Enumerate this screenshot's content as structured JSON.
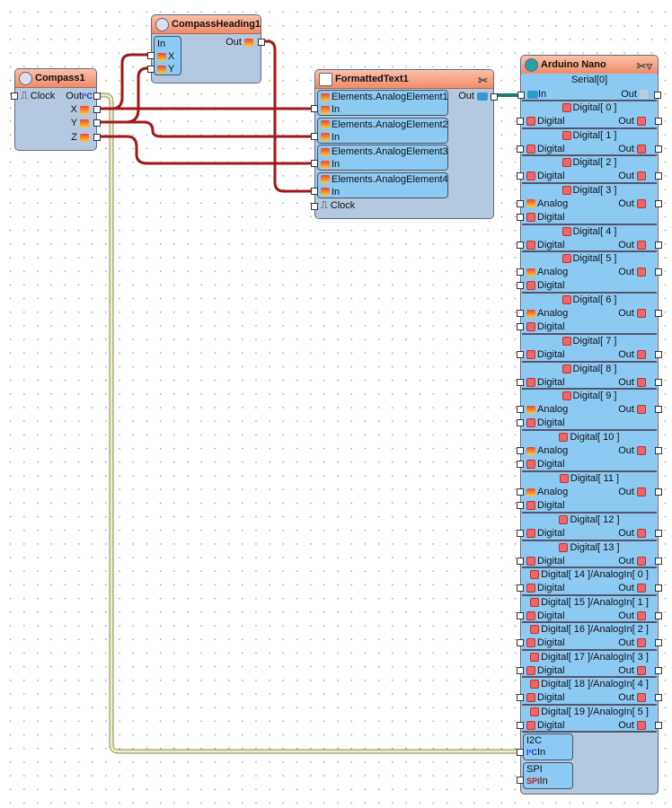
{
  "compass": {
    "title": "Compass1",
    "clock": "Clock",
    "out": "Out",
    "out_icon": "I²C",
    "x": "X",
    "y": "Y",
    "z": "Z"
  },
  "heading": {
    "title": "CompassHeading1",
    "in": "In",
    "x": "X",
    "y": "Y",
    "out": "Out"
  },
  "formatted": {
    "title": "FormattedText1",
    "out": "Out",
    "clock": "Clock",
    "elements": [
      {
        "name": "Elements.AnalogElement1",
        "in": "In"
      },
      {
        "name": "Elements.AnalogElement2",
        "in": "In"
      },
      {
        "name": "Elements.AnalogElement3",
        "in": "In"
      },
      {
        "name": "Elements.AnalogElement4",
        "in": "In"
      }
    ]
  },
  "arduino": {
    "title": "Arduino Nano",
    "serial": {
      "title": "Serial[0]",
      "in": "In",
      "out": "Out"
    },
    "pins": [
      {
        "title": "Digital[ 0 ]",
        "analog": false
      },
      {
        "title": "Digital[ 1 ]",
        "analog": false
      },
      {
        "title": "Digital[ 2 ]",
        "analog": false
      },
      {
        "title": "Digital[ 3 ]",
        "analog": true
      },
      {
        "title": "Digital[ 4 ]",
        "analog": false
      },
      {
        "title": "Digital[ 5 ]",
        "analog": true
      },
      {
        "title": "Digital[ 6 ]",
        "analog": true
      },
      {
        "title": "Digital[ 7 ]",
        "analog": false
      },
      {
        "title": "Digital[ 8 ]",
        "analog": false
      },
      {
        "title": "Digital[ 9 ]",
        "analog": true
      },
      {
        "title": "Digital[ 10 ]",
        "analog": true
      },
      {
        "title": "Digital[ 11 ]",
        "analog": true
      },
      {
        "title": "Digital[ 12 ]",
        "analog": false
      },
      {
        "title": "Digital[ 13 ]",
        "analog": false
      },
      {
        "title": "Digital[ 14 ]/AnalogIn[ 0 ]",
        "analog": false
      },
      {
        "title": "Digital[ 15 ]/AnalogIn[ 1 ]",
        "analog": false
      },
      {
        "title": "Digital[ 16 ]/AnalogIn[ 2 ]",
        "analog": false
      },
      {
        "title": "Digital[ 17 ]/AnalogIn[ 3 ]",
        "analog": false
      },
      {
        "title": "Digital[ 18 ]/AnalogIn[ 4 ]",
        "analog": false
      },
      {
        "title": "Digital[ 19 ]/AnalogIn[ 5 ]",
        "analog": false
      }
    ],
    "labels": {
      "analog": "Analog",
      "digital": "Digital",
      "out": "Out"
    },
    "i2c": {
      "title": "I2C",
      "in": "In"
    },
    "spi": {
      "title": "SPI",
      "in": "In"
    }
  }
}
